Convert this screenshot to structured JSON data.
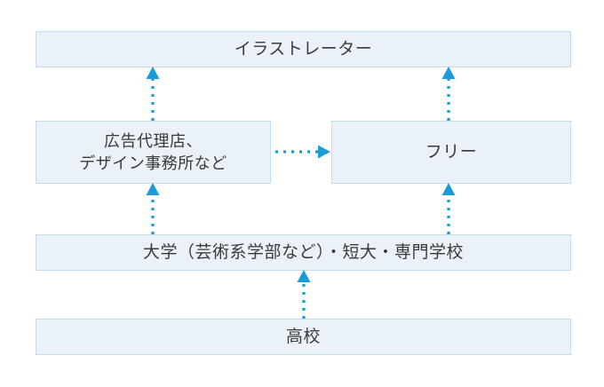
{
  "diagram": {
    "title": "",
    "accent_color": "#1b9bd8",
    "box_fill": "#eaf1f9",
    "box_border": "#c3dcef",
    "text_color": "#3a3a3a",
    "nodes": [
      {
        "id": "illustrator",
        "label": "イラストレーター"
      },
      {
        "id": "agency",
        "label": "広告代理店、\nデザイン事務所など"
      },
      {
        "id": "freelance",
        "label": "フリー"
      },
      {
        "id": "university",
        "label": "大学（芸術系学部など）・短大・専門学校"
      },
      {
        "id": "highschool",
        "label": "高校"
      }
    ],
    "edges": [
      {
        "id": "agency-to-illustrator",
        "from": "agency",
        "to": "illustrator",
        "style": "dotted",
        "direction": "up"
      },
      {
        "id": "freelance-to-illustrator",
        "from": "freelance",
        "to": "illustrator",
        "style": "dotted",
        "direction": "up"
      },
      {
        "id": "agency-to-freelance",
        "from": "agency",
        "to": "freelance",
        "style": "dotted",
        "direction": "right"
      },
      {
        "id": "university-to-agency",
        "from": "university",
        "to": "agency",
        "style": "dotted",
        "direction": "up"
      },
      {
        "id": "university-to-freelance",
        "from": "university",
        "to": "freelance",
        "style": "dotted",
        "direction": "up"
      },
      {
        "id": "highschool-to-university",
        "from": "highschool",
        "to": "university",
        "style": "dotted",
        "direction": "up"
      }
    ]
  }
}
